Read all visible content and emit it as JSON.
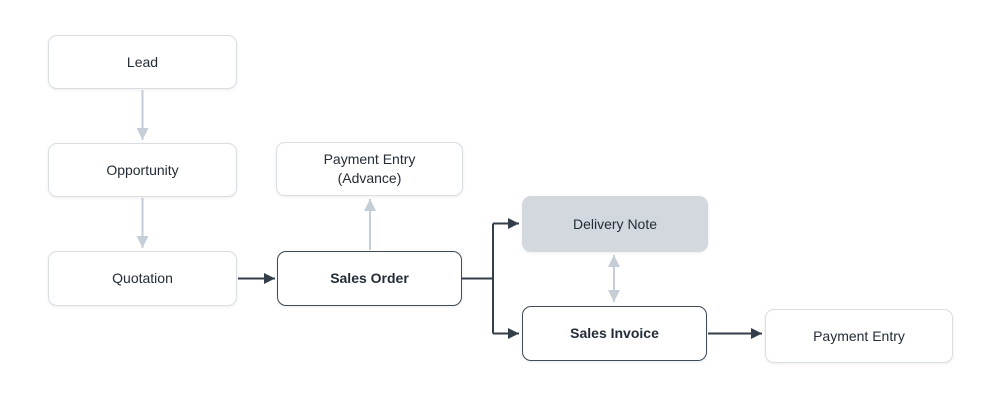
{
  "diagram": {
    "type": "flowchart",
    "nodes": {
      "lead": {
        "label": "Lead",
        "emphasis": "normal",
        "variant": "outline-light"
      },
      "opportunity": {
        "label": "Opportunity",
        "emphasis": "normal",
        "variant": "outline-light"
      },
      "quotation": {
        "label": "Quotation",
        "emphasis": "normal",
        "variant": "outline-light"
      },
      "payment_entry_advance": {
        "label": "Payment Entry\n(Advance)",
        "emphasis": "normal",
        "variant": "outline-light"
      },
      "sales_order": {
        "label": "Sales Order",
        "emphasis": "bold",
        "variant": "outline-dark"
      },
      "delivery_note": {
        "label": "Delivery Note",
        "emphasis": "normal",
        "variant": "filled-muted"
      },
      "sales_invoice": {
        "label": "Sales Invoice",
        "emphasis": "bold",
        "variant": "outline-dark"
      },
      "payment_entry": {
        "label": "Payment Entry",
        "emphasis": "normal",
        "variant": "outline-light"
      }
    },
    "edges": [
      {
        "from": "lead",
        "to": "opportunity",
        "style": "muted",
        "arrow": "end"
      },
      {
        "from": "opportunity",
        "to": "quotation",
        "style": "muted",
        "arrow": "end"
      },
      {
        "from": "quotation",
        "to": "sales_order",
        "style": "strong",
        "arrow": "end"
      },
      {
        "from": "sales_order",
        "to": "payment_entry_advance",
        "style": "muted",
        "arrow": "end"
      },
      {
        "from": "sales_order",
        "to": "delivery_note",
        "style": "strong",
        "arrow": "end"
      },
      {
        "from": "sales_order",
        "to": "sales_invoice",
        "style": "strong",
        "arrow": "end"
      },
      {
        "from": "delivery_note",
        "to": "sales_invoice",
        "style": "muted",
        "arrow": "both"
      },
      {
        "from": "sales_invoice",
        "to": "payment_entry",
        "style": "strong",
        "arrow": "end"
      }
    ],
    "colors": {
      "canvas_bg": "#ffffff",
      "node_bg": "#ffffff",
      "node_border_light": "#d9dee4",
      "node_border_dark": "#3f4a57",
      "node_fill_muted": "#d2d8de",
      "edge_strong": "#333e4a",
      "edge_muted": "#c5cdd6",
      "text": "#232c36"
    }
  }
}
